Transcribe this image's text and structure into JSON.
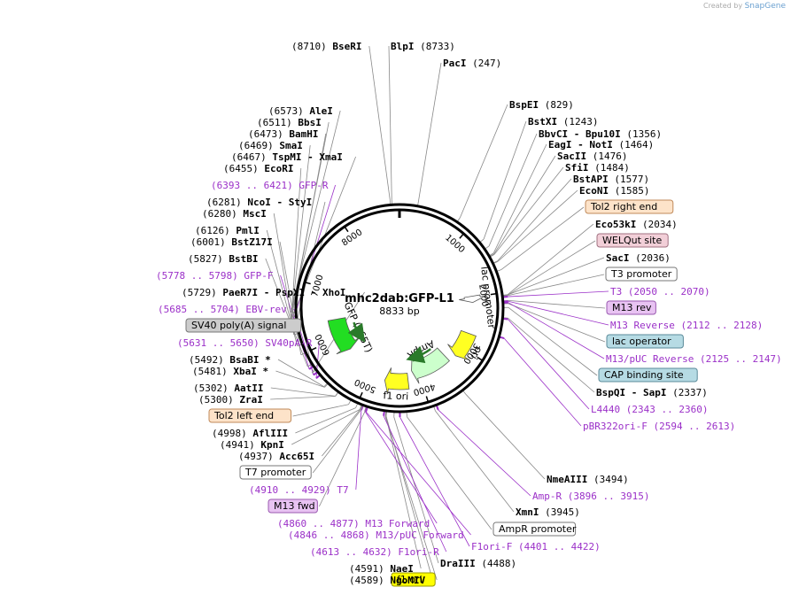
{
  "credit": {
    "prefix": "Created by",
    "brand": "SnapGene"
  },
  "plasmid": {
    "name": "mhc2dab:GFP-L1",
    "size_label": "8833 bp",
    "length": 8833
  },
  "ticks": [
    "1000",
    "2000",
    "3000",
    "4000",
    "5000",
    "6000",
    "7000",
    "8000"
  ],
  "labels": [
    {
      "id": "l0",
      "pos": "(8710)",
      "name": "BseRI",
      "bp": 8710,
      "side": "L"
    },
    {
      "id": "l1",
      "name": "BlpI",
      "pos": "(8733)",
      "bp": 8733,
      "side": "R"
    },
    {
      "id": "l2",
      "name": "PacI",
      "pos": "(247)",
      "bp": 247,
      "side": "R"
    },
    {
      "id": "l3",
      "name": "BspEI",
      "pos": "(829)",
      "bp": 829,
      "side": "R"
    },
    {
      "id": "l4",
      "name": "BstXI",
      "pos": "(1243)",
      "bp": 1243,
      "side": "R"
    },
    {
      "id": "l5",
      "name": "BbvCI  - Bpu10I",
      "pos": "(1356)",
      "bp": 1356,
      "side": "R"
    },
    {
      "id": "l6",
      "name": "EagI  - NotI",
      "pos": "(1464)",
      "bp": 1464,
      "side": "R"
    },
    {
      "id": "l7",
      "name": "SacII",
      "pos": "(1476)",
      "bp": 1476,
      "side": "R"
    },
    {
      "id": "l8",
      "name": "SfiI",
      "pos": "(1484)",
      "bp": 1484,
      "side": "R"
    },
    {
      "id": "l9",
      "name": "BstAPI",
      "pos": "(1577)",
      "bp": 1577,
      "side": "R"
    },
    {
      "id": "l10",
      "name": "EcoNI",
      "pos": "(1585)",
      "bp": 1585,
      "side": "R"
    },
    {
      "id": "l11",
      "box": "Tol2 right end",
      "fill": "#fde3c9",
      "stroke": "#c08a5a",
      "bp": 1700,
      "side": "R"
    },
    {
      "id": "l12",
      "name": "Eco53kI",
      "pos": "(2034)",
      "bp": 2034,
      "side": "R"
    },
    {
      "id": "l13",
      "box": "WELQut site",
      "fill": "#f2cfd8",
      "stroke": "#a07080",
      "bp": 2040,
      "side": "R"
    },
    {
      "id": "l14",
      "name": "SacI",
      "pos": "(2036)",
      "bp": 2036,
      "side": "R"
    },
    {
      "id": "l15",
      "box": "T3 promoter",
      "fill": "#ffffff",
      "stroke": "#777777",
      "bp": 2045,
      "side": "R"
    },
    {
      "id": "l16",
      "primer": "T3",
      "ppos": "(2050 .. 2070)",
      "bp": 2060,
      "side": "R"
    },
    {
      "id": "l17",
      "box": "M13 rev",
      "fill": "#e8c3f2",
      "stroke": "#9a5ab0",
      "bp": 2110,
      "side": "R"
    },
    {
      "id": "l18",
      "primer": "M13 Reverse",
      "ppos": "(2112 .. 2128)",
      "bp": 2120,
      "side": "R"
    },
    {
      "id": "l19",
      "box": "lac operator",
      "fill": "#b6dbe4",
      "stroke": "#5a8a99",
      "bp": 2150,
      "side": "R"
    },
    {
      "id": "l20",
      "primer": "M13/pUC Reverse",
      "ppos": "(2125 .. 2147)",
      "bp": 2136,
      "side": "R"
    },
    {
      "id": "l21",
      "box": "CAP binding site",
      "fill": "#b6dbe4",
      "stroke": "#5a8a99",
      "bp": 2200,
      "side": "R"
    },
    {
      "id": "l22",
      "name": "BspQI  - SapI",
      "pos": "(2337)",
      "bp": 2337,
      "side": "R"
    },
    {
      "id": "l23",
      "primer": "L4440",
      "ppos": "(2343 .. 2360)",
      "bp": 2351,
      "side": "R"
    },
    {
      "id": "l24",
      "primer": "pBR322ori-F",
      "ppos": "(2594 .. 2613)",
      "bp": 2603,
      "side": "R"
    },
    {
      "id": "l25",
      "name": "NmeAIII",
      "pos": "(3494)",
      "bp": 3494,
      "side": "R"
    },
    {
      "id": "l26",
      "primer": "Amp-R",
      "ppos": "(3896 .. 3915)",
      "bp": 3905,
      "side": "R"
    },
    {
      "id": "l27",
      "name": "XmnI",
      "pos": "(3945)",
      "bp": 3945,
      "side": "R"
    },
    {
      "id": "l28",
      "box": "AmpR promoter",
      "fill": "#ffffff",
      "stroke": "#777777",
      "bp": 4320,
      "side": "R"
    },
    {
      "id": "l29",
      "primer": "F1ori-F",
      "ppos": "(4401 .. 4422)",
      "bp": 4411,
      "side": "R"
    },
    {
      "id": "l30",
      "name": "DraIII",
      "pos": "(4488)",
      "bp": 4488,
      "side": "R"
    },
    {
      "id": "l31",
      "box": "f1 ori",
      "fill": "#ffff00",
      "stroke": "#999900",
      "bp": 4600,
      "side": "L"
    },
    {
      "id": "l32",
      "pos": "(4589)",
      "name": "NgoMIV",
      "bp": 4589,
      "side": "L"
    },
    {
      "id": "l33",
      "pos": "(4591)",
      "name": "NaeI",
      "bp": 4591,
      "side": "L"
    },
    {
      "id": "l34",
      "ppos": "(4613 .. 4632)",
      "primer": "F1ori-R",
      "bp": 4622,
      "side": "L"
    },
    {
      "id": "l35",
      "ppos": "(4846 .. 4868)",
      "primer": "M13/pUC Forward",
      "bp": 4857,
      "side": "L"
    },
    {
      "id": "l36",
      "ppos": "(4860 .. 4877)",
      "primer": "M13 Forward",
      "bp": 4868,
      "side": "L"
    },
    {
      "id": "l37",
      "box": "M13 fwd",
      "fill": "#e8c3f2",
      "stroke": "#9a5ab0",
      "bp": 4870,
      "side": "L"
    },
    {
      "id": "l38",
      "ppos": "(4910 .. 4929)",
      "primer": "T7",
      "bp": 4920,
      "side": "L"
    },
    {
      "id": "l39",
      "box": "T7 promoter",
      "fill": "#ffffff",
      "stroke": "#777777",
      "bp": 4925,
      "side": "L"
    },
    {
      "id": "l40",
      "pos": "(4937)",
      "name": "Acc65I",
      "bp": 4937,
      "side": "L"
    },
    {
      "id": "l41",
      "pos": "(4941)",
      "name": "KpnI",
      "bp": 4941,
      "side": "L"
    },
    {
      "id": "l42",
      "pos": "(4998)",
      "name": "AflIII",
      "bp": 4998,
      "side": "L"
    },
    {
      "id": "l43",
      "box": "Tol2 left end",
      "fill": "#fde3c9",
      "stroke": "#c08a5a",
      "bp": 5100,
      "side": "L"
    },
    {
      "id": "l44",
      "pos": "(5300)",
      "name": "ZraI",
      "bp": 5300,
      "side": "L"
    },
    {
      "id": "l45",
      "pos": "(5302)",
      "name": "AatII",
      "bp": 5302,
      "side": "L"
    },
    {
      "id": "l46",
      "pos": "(5481)",
      "name": "XbaI *",
      "bp": 5481,
      "side": "L"
    },
    {
      "id": "l47",
      "pos": "(5492)",
      "name": "BsaBI *",
      "bp": 5492,
      "side": "L"
    },
    {
      "id": "l48",
      "ppos": "(5631 .. 5650)",
      "primer": "SV40pA-R",
      "bp": 5640,
      "side": "L"
    },
    {
      "id": "l49",
      "box": "SV40 poly(A) signal",
      "fill": "#cccccc",
      "stroke": "#777777",
      "bp": 5700,
      "side": "L"
    },
    {
      "id": "l50",
      "ppos": "(5685 .. 5704)",
      "primer": "EBV-rev",
      "bp": 5695,
      "side": "L"
    },
    {
      "id": "l51",
      "pos": "(5729)",
      "name": "PaeR7I  - PspXI  - XhoI",
      "bp": 5729,
      "side": "L"
    },
    {
      "id": "l52",
      "ppos": "(5778 .. 5798)",
      "primer": "GFP-F",
      "bp": 5788,
      "side": "L"
    },
    {
      "id": "l53",
      "pos": "(5827)",
      "name": "BstBI",
      "bp": 5827,
      "side": "L"
    },
    {
      "id": "l54",
      "pos": "(6001)",
      "name": "BstZ17I",
      "bp": 6001,
      "side": "L"
    },
    {
      "id": "l55",
      "pos": "(6126)",
      "name": "PmlI",
      "bp": 6126,
      "side": "L"
    },
    {
      "id": "l56",
      "pos": "(6280)",
      "name": "MscI",
      "bp": 6280,
      "side": "L"
    },
    {
      "id": "l57",
      "pos": "(6281)",
      "name": "NcoI  - StyI",
      "bp": 6281,
      "side": "L"
    },
    {
      "id": "l58",
      "ppos": "(6393 .. 6421)",
      "primer": "GFP-R",
      "bp": 6407,
      "side": "L"
    },
    {
      "id": "l59",
      "pos": "(6455)",
      "name": "EcoRI",
      "bp": 6455,
      "side": "L"
    },
    {
      "id": "l60",
      "pos": "(6467)",
      "name": "TspMI  - XmaI",
      "bp": 6467,
      "side": "L"
    },
    {
      "id": "l61",
      "pos": "(6469)",
      "name": "SmaI",
      "bp": 6469,
      "side": "L"
    },
    {
      "id": "l62",
      "pos": "(6473)",
      "name": "BamHI",
      "bp": 6473,
      "side": "L"
    },
    {
      "id": "l63",
      "pos": "(6511)",
      "name": "BbsI",
      "bp": 6511,
      "side": "L"
    },
    {
      "id": "l64",
      "pos": "(6573)",
      "name": "AleI",
      "bp": 6573,
      "side": "L"
    }
  ],
  "features": [
    {
      "id": "f_gfp",
      "label": "GFP (S65T)",
      "color": "#22dd22",
      "start": 6380,
      "end": 5650,
      "dir": "ccw",
      "inner": true
    },
    {
      "id": "f_lac",
      "label": "lac promoter",
      "color": "#ffffff",
      "start": 1980,
      "end": 2100,
      "dir": "cw",
      "inner": false
    },
    {
      "id": "f_ori",
      "label": "ori",
      "color": "#ffff22",
      "start": 2700,
      "end": 3200,
      "dir": "cw",
      "inner": false
    },
    {
      "id": "f_ampr",
      "label": "AmpR",
      "color": "#ccffcc",
      "start": 3350,
      "end": 4150,
      "dir": "cw",
      "inner": true
    },
    {
      "id": "f_f1",
      "label": "f1 ori",
      "color": "#ffff22",
      "start": 4250,
      "end": 4700,
      "dir": "cw",
      "inner": false
    }
  ],
  "colors": {
    "primer": "#9b30c8",
    "ring": "#000000",
    "line": "#888888"
  }
}
